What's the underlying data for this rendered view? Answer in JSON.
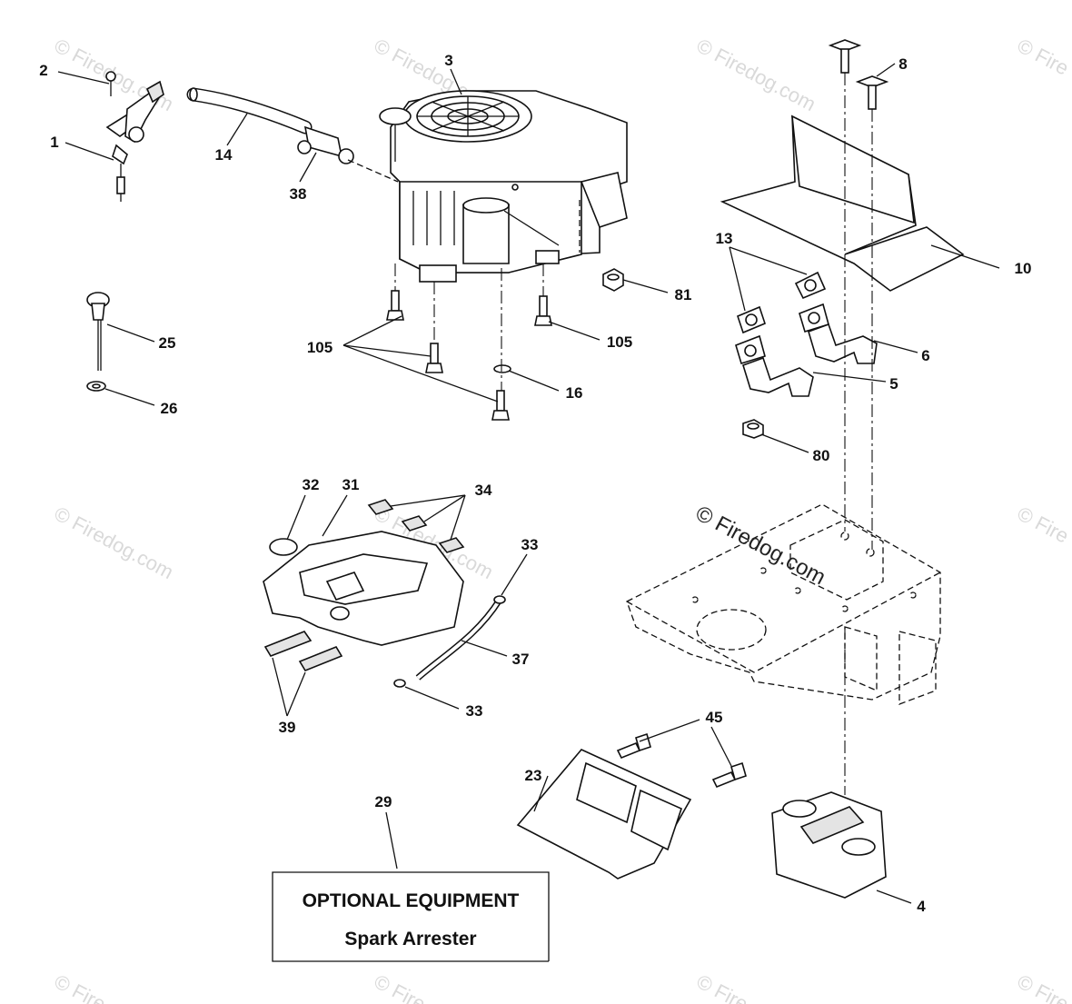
{
  "labels": {
    "l1": "1",
    "l2": "2",
    "l3": "3",
    "l4": "4",
    "l5": "5",
    "l6": "6",
    "l8": "8",
    "l10": "10",
    "l13": "13",
    "l14": "14",
    "l16": "16",
    "l23": "23",
    "l25": "25",
    "l26": "26",
    "l29": "29",
    "l31": "31",
    "l32": "32",
    "l33a": "33",
    "l33b": "33",
    "l34": "34",
    "l37": "37",
    "l38": "38",
    "l39": "39",
    "l45": "45",
    "l80": "80",
    "l81": "81",
    "l105a": "105",
    "l105b": "105"
  },
  "optional_box": {
    "line1": "OPTIONAL EQUIPMENT",
    "line2": "Spark Arrester"
  },
  "watermark": {
    "main": "© Firedog.com",
    "faint": "© Firedog.com",
    "faint_short": "© Fire"
  }
}
